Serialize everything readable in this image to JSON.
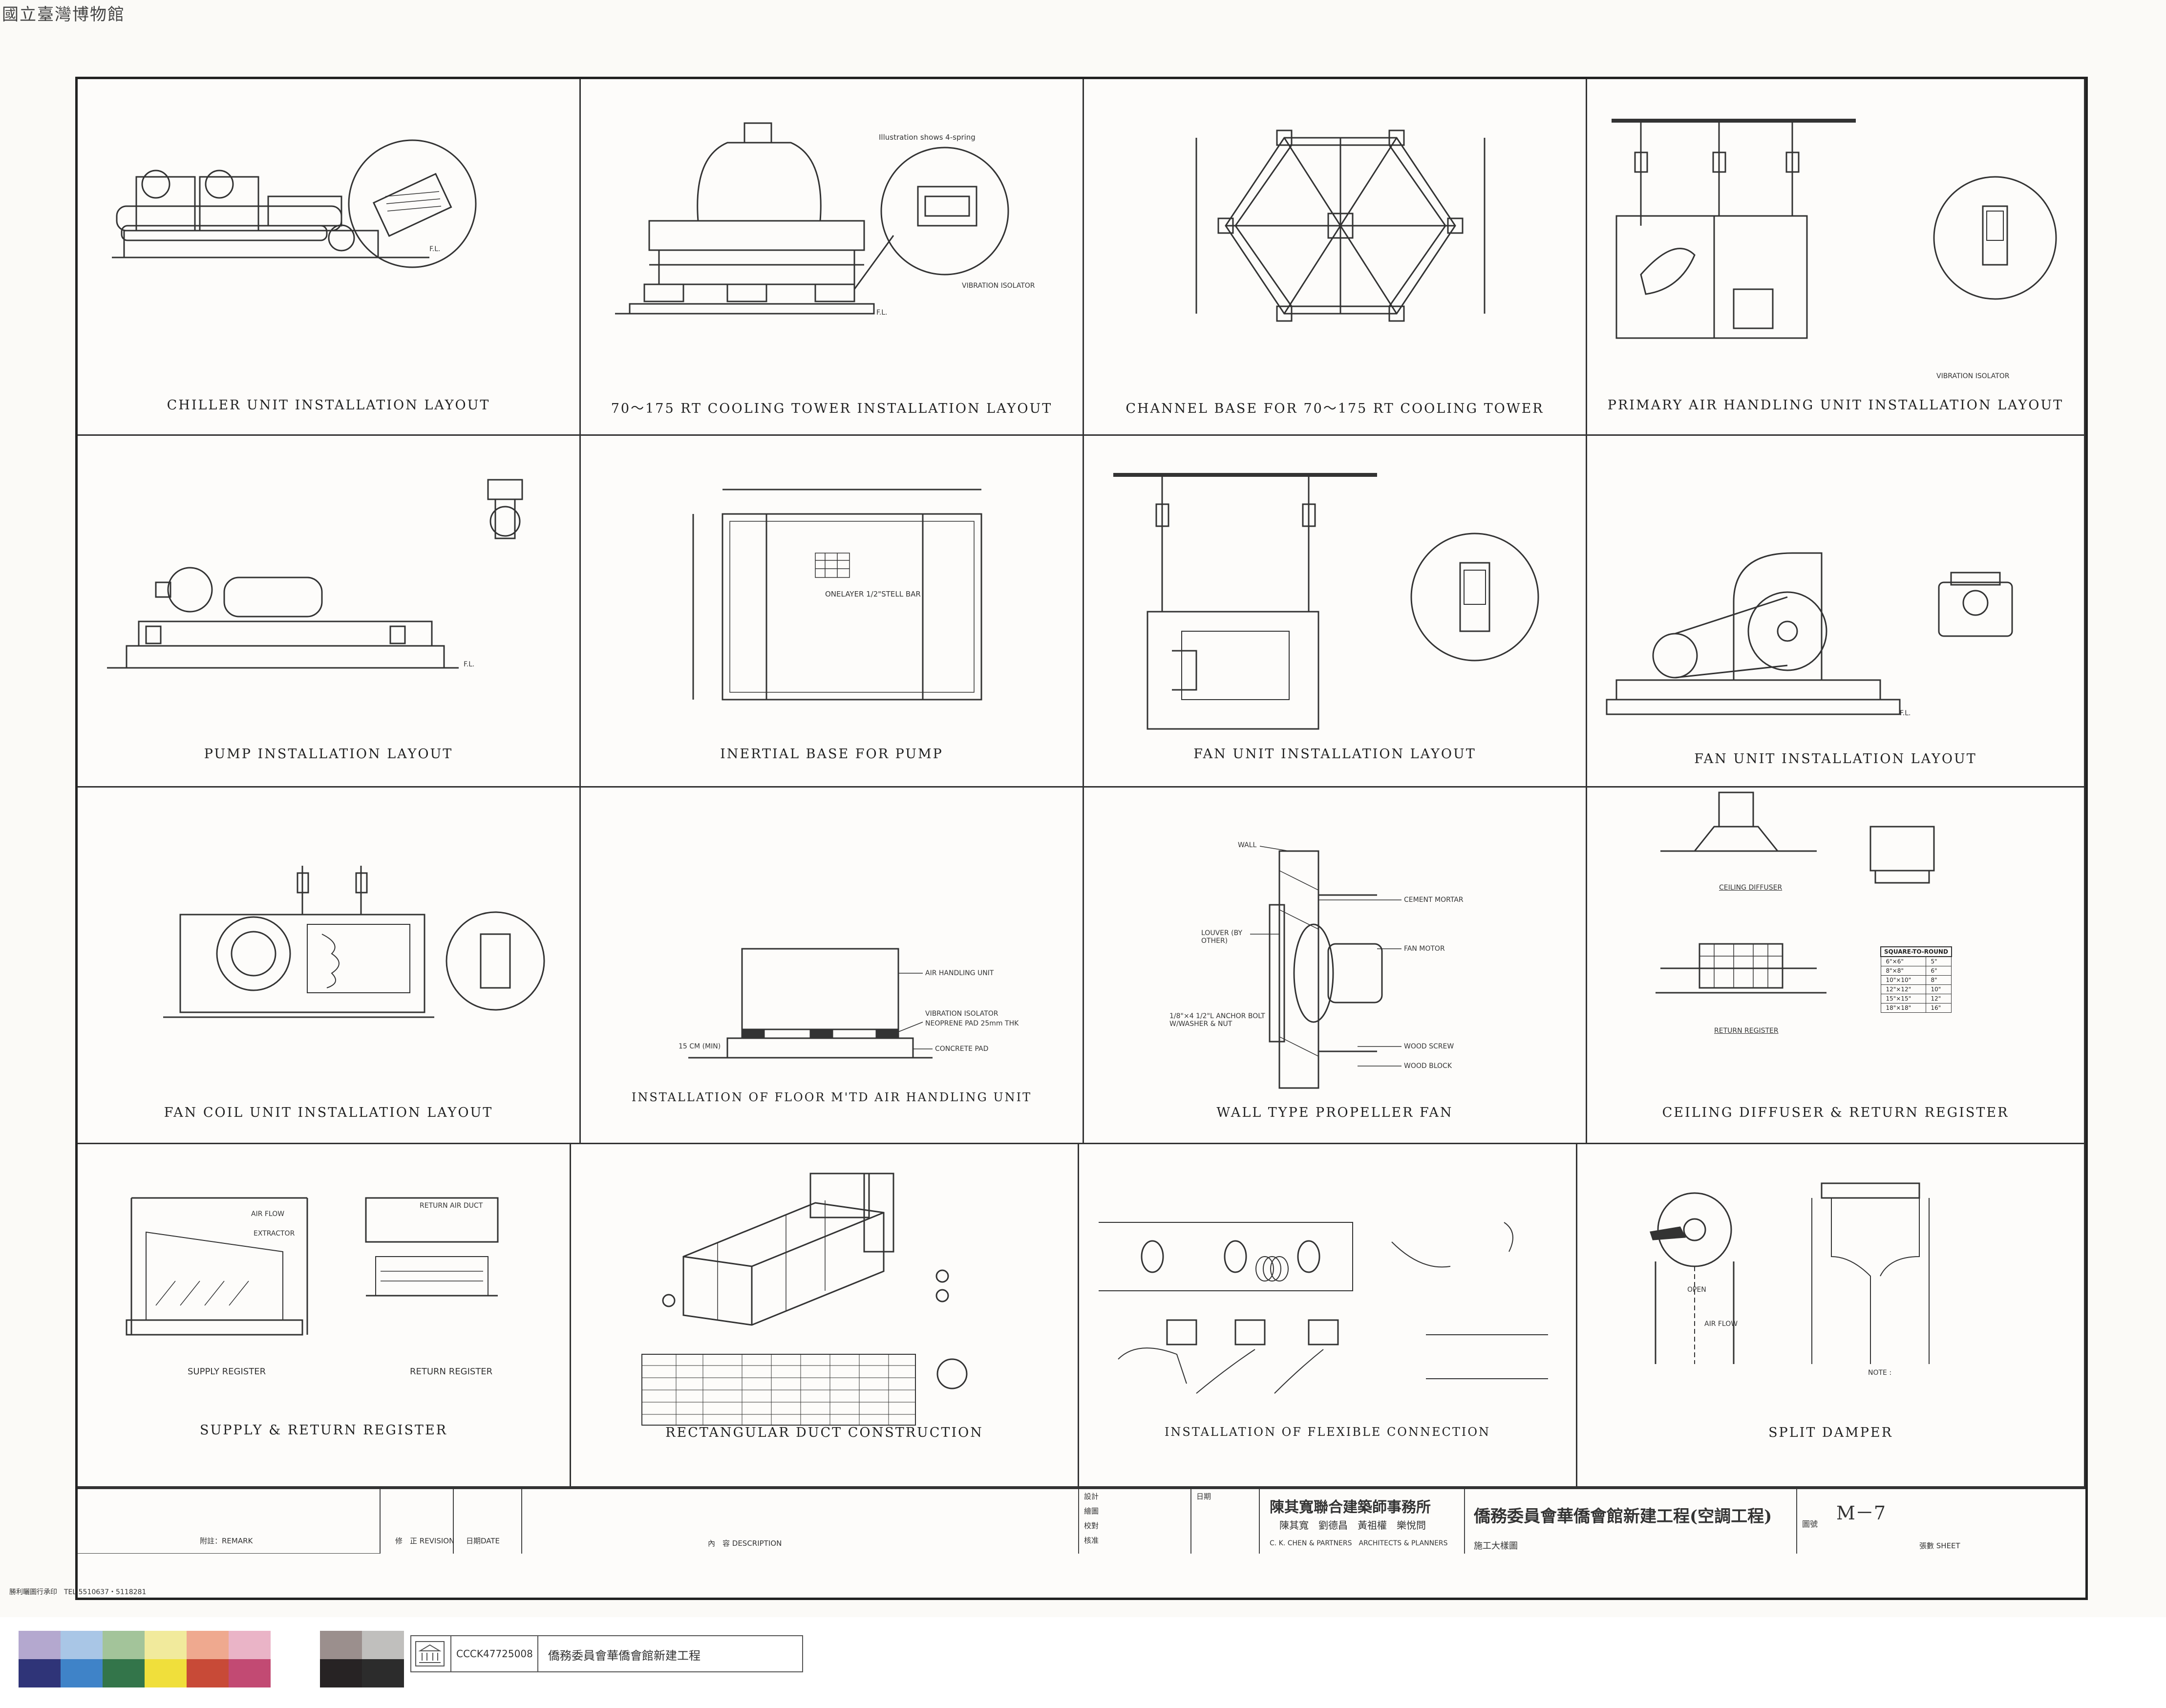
{
  "header": {
    "museum_stamp": "國立臺灣博物館"
  },
  "panels": {
    "p1": {
      "title": "CHILLER UNIT INSTALLATION LAYOUT",
      "fl": "F.L."
    },
    "p2": {
      "title": "70～175 RT COOLING TOWER INSTALLATION LAYOUT",
      "note": "Illustration shows 4-spring",
      "isolator": "VIBRATION ISOLATOR",
      "fl": "F.L."
    },
    "p3": {
      "title": "CHANNEL BASE FOR 70～175 RT COOLING TOWER"
    },
    "p4": {
      "title": "PRIMARY AIR HANDLING UNIT INSTALLATION LAYOUT",
      "isolator": "VIBRATION ISOLATOR"
    },
    "p5": {
      "title": "PUMP INSTALLATION LAYOUT",
      "fl": "F.L."
    },
    "p6": {
      "title": "INERTIAL BASE FOR PUMP",
      "note": "ONELAYER 1/2\"STELL BAR"
    },
    "p7": {
      "title": "FAN UNIT INSTALLATION LAYOUT"
    },
    "p8": {
      "title": "FAN UNIT INSTALLATION LAYOUT",
      "fl": "F.L."
    },
    "p9": {
      "title": "FAN COIL UNIT INSTALLATION LAYOUT"
    },
    "p10": {
      "title": "INSTALLATION OF FLOOR M'TD AIR HANDLING UNIT",
      "l1": "AIR HANDLING UNIT",
      "l2": "VIBRATION ISOLATOR",
      "l3": "NEOPRENE PAD 25mm  THK",
      "l4": "CONCRETE PAD",
      "l5": "15 CM (MIN)"
    },
    "p11": {
      "title": "WALL TYPE PROPELLER FAN",
      "l_wall": "WALL",
      "l_cement": "CEMENT MORTAR",
      "l_motor": "FAN MOTOR",
      "l_louver": "LOUVER (BY OTHER)",
      "l_anchor": "1/8\"×4 1/2\"L ANCHOR BOLT W/WASHER & NUT",
      "l_screw": "WOOD SCREW",
      "l_block": "WOOD BLOCK"
    },
    "p12": {
      "title": "CEILING DIFFUSER & RETURN REGISTER",
      "sub1": "CEILING DIFFUSER",
      "sub2": "RETURN REGISTER",
      "table_header": "SQUARE-TO-ROUND",
      "table_rows": [
        [
          "6\"×6\"",
          "5\""
        ],
        [
          "8\"×8\"",
          "6\""
        ],
        [
          "10\"×10\"",
          "8\""
        ],
        [
          "12\"×12\"",
          "10\""
        ],
        [
          "15\"×15\"",
          "12\""
        ],
        [
          "18\"×18\"",
          "16\""
        ]
      ]
    },
    "p13": {
      "title": "SUPPLY & RETURN REGISTER",
      "sub1": "SUPPLY REGISTER",
      "sub2": "RETURN REGISTER",
      "l_air": "AIR FLOW",
      "l_extractor": "EXTRACTOR",
      "l_return_duct": "RETURN AIR DUCT"
    },
    "p14": {
      "title": "RECTANGULAR DUCT CONSTRUCTION"
    },
    "p15": {
      "title": "INSTALLATION OF FLEXIBLE CONNECTION"
    },
    "p16": {
      "title": "SPLIT DAMPER",
      "l_open": "OPEN",
      "l_air": "AIR FLOW",
      "l_note": "NOTE :"
    }
  },
  "title_block": {
    "remark": "附註：REMARK",
    "revision": "修　正 REVISION",
    "date": "日期DATE",
    "description": "內　容 DESCRIPTION",
    "design": "設計",
    "drawn": "繪圖",
    "checked": "校對",
    "approved": "核准",
    "date_short": "日期",
    "firm_cn": "陳其寬聯合建築師事務所",
    "firm_partners_cn": "陳其寬　劉德昌　黃祖權　樂悅問",
    "firm_en": "C. K. CHEN & PARTNERS　ARCHITECTS & PLANNERS",
    "project": "僑務委員會華僑會館新建工程(空調工程)",
    "drawing_title": "施工大樣圖",
    "dwg_no_label": "圖號",
    "dwg_no": "M－7",
    "sheet_label": "張數 SHEET",
    "printer": "勝利曬圖行承印　TEL.5510637・5118281"
  },
  "archive": {
    "catalog_no": "CCCK47725008",
    "catalog_title": "僑務委員會華僑會館新建工程"
  },
  "colors": {
    "ink": "#222222",
    "paper": "#fbfaf7",
    "swatches_top": [
      "#b4a8cf",
      "#a9c6e6",
      "#a3c49a",
      "#f1ea9c",
      "#efa98f",
      "#eab4c7",
      "#9b8f8d",
      "#c0bfbd"
    ],
    "swatches_bottom": [
      "#2f3478",
      "#3f83c8",
      "#33754a",
      "#f0df3b",
      "#c84a37",
      "#c24a73",
      "#272324",
      "#2c2c2c"
    ]
  }
}
